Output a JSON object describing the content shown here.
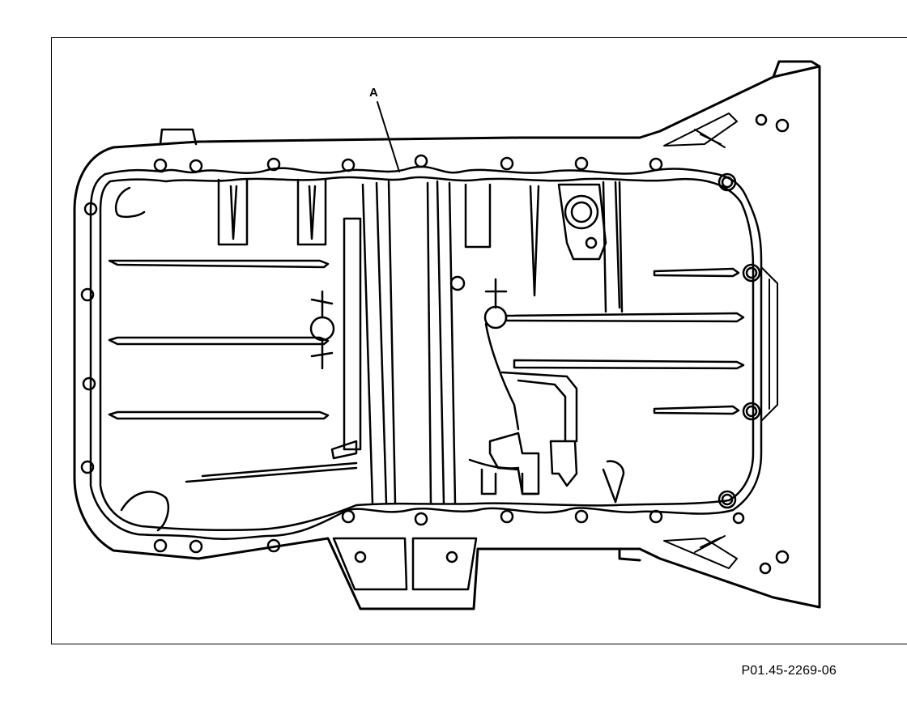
{
  "figure": {
    "callout_label": "A",
    "figure_id": "P01.45-2269-06"
  },
  "colors": {
    "ink": "#000000",
    "paper": "#ffffff"
  },
  "drawing": {
    "subject": "oil-pan-line-drawing"
  }
}
